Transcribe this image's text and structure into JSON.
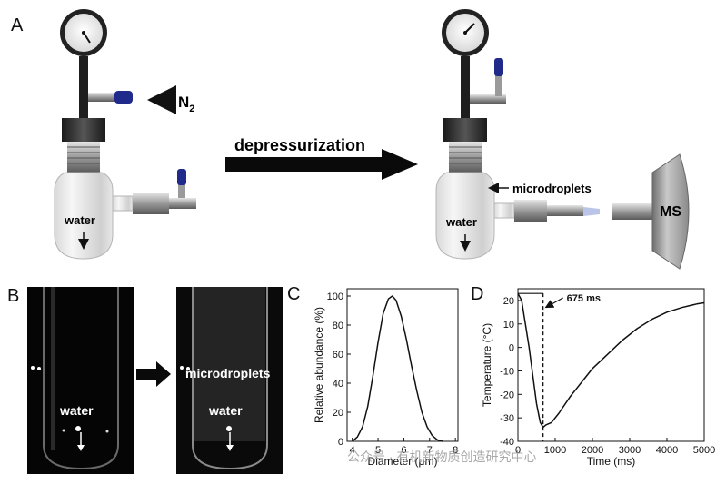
{
  "panels": {
    "A": {
      "letter": "A",
      "n2_label": "N",
      "n2_sub": "2",
      "arrow_label": "depressurization",
      "water_left": "water",
      "water_right": "water",
      "microdroplets": "microdroplets",
      "ms": "MS"
    },
    "B": {
      "letter": "B",
      "water_left": "water",
      "microdroplets": "microdroplets",
      "water_right": "water"
    },
    "C": {
      "letter": "C"
    },
    "D": {
      "letter": "D",
      "annotation": "675 ms"
    }
  },
  "watermark": "公众号 · 有机新物质创造研究中心",
  "chart_data": [
    {
      "type": "line",
      "panel": "C",
      "xlabel": "Diameter (μm)",
      "ylabel": "Relative abundance (%)",
      "xlim": [
        3.8,
        8.1
      ],
      "ylim": [
        0,
        105
      ],
      "xticks": [
        4,
        5,
        6,
        7,
        8
      ],
      "yticks": [
        0,
        20,
        40,
        60,
        80,
        100
      ],
      "grid": false,
      "series": [
        {
          "x": [
            4.0,
            4.2,
            4.4,
            4.6,
            4.8,
            5.0,
            5.2,
            5.4,
            5.55,
            5.7,
            5.9,
            6.1,
            6.3,
            6.5,
            6.7,
            6.9,
            7.1,
            7.3,
            7.5
          ],
          "y": [
            0,
            3,
            10,
            24,
            45,
            68,
            88,
            98,
            100,
            97,
            86,
            70,
            52,
            35,
            20,
            10,
            4,
            1,
            0
          ]
        }
      ]
    },
    {
      "type": "line",
      "panel": "D",
      "xlabel": "Time (ms)",
      "ylabel": "Temperature (°C)",
      "xlim": [
        0,
        5000
      ],
      "ylim": [
        -40,
        25
      ],
      "xticks": [
        0,
        1000,
        2000,
        3000,
        4000,
        5000
      ],
      "yticks": [
        -40,
        -30,
        -20,
        -10,
        0,
        10,
        20
      ],
      "grid": false,
      "marker_x": 675,
      "series": [
        {
          "x": [
            0,
            100,
            200,
            300,
            400,
            500,
            600,
            675,
            750,
            900,
            1100,
            1400,
            1700,
            2000,
            2400,
            2800,
            3200,
            3600,
            4000,
            4400,
            4800,
            5000
          ],
          "y": [
            23,
            20,
            10,
            0,
            -12,
            -24,
            -32,
            -34,
            -33,
            -32,
            -28,
            -21,
            -15,
            -9,
            -3,
            3,
            8,
            12,
            15,
            17,
            18.5,
            19
          ]
        }
      ]
    }
  ]
}
